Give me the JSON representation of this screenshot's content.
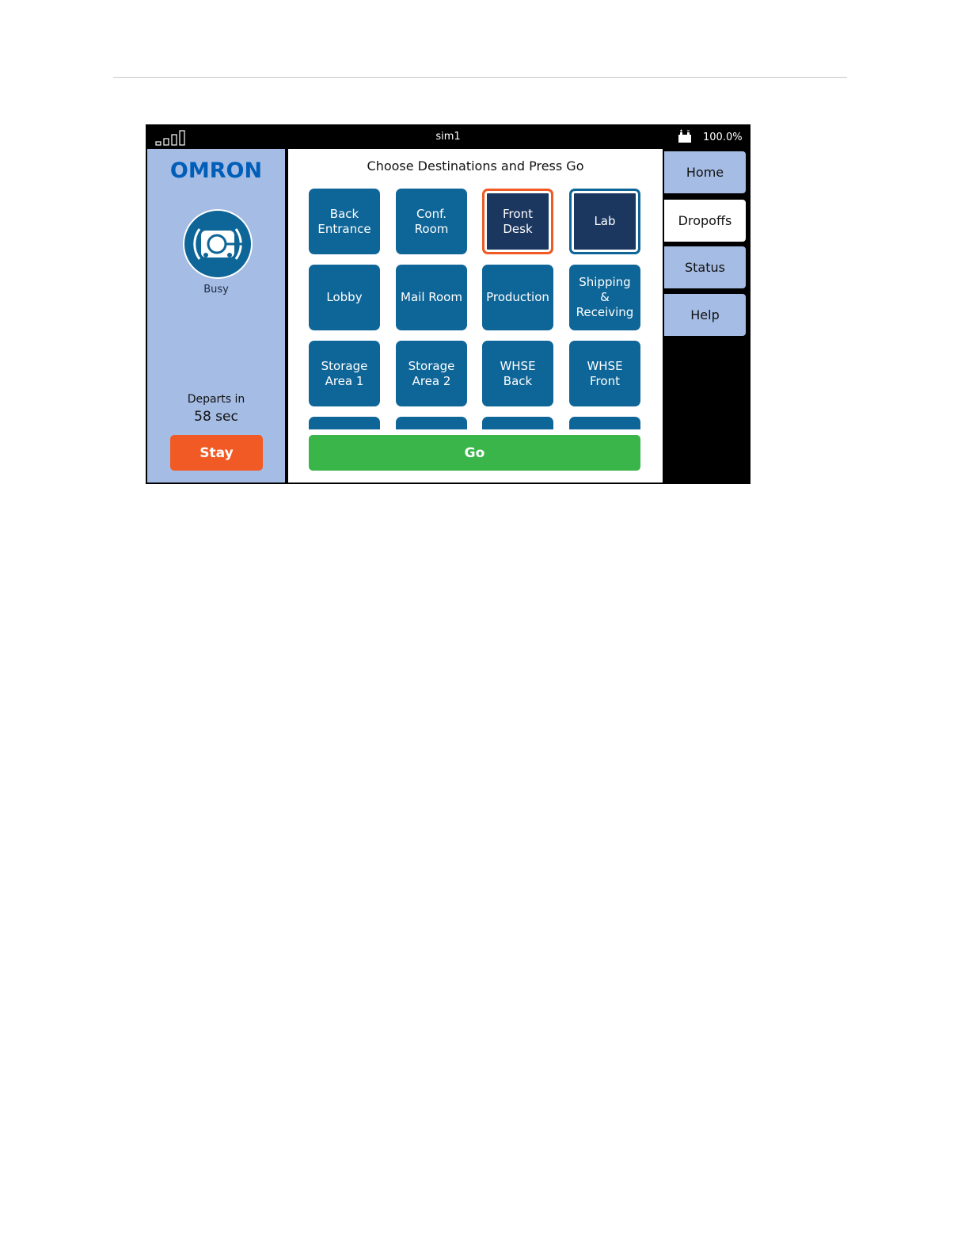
{
  "statusbar": {
    "robot_name": "sim1",
    "battery_percent": "100.0%",
    "signal_icon": "signal-strength-icon",
    "battery_icon": "battery-charging-icon"
  },
  "left_panel": {
    "logo": "OMRON",
    "robot_icon": "robot-icon",
    "status": "Busy",
    "departs_label": "Departs in",
    "departs_time": "58 sec",
    "stay_label": "Stay"
  },
  "main": {
    "title": "Choose Destinations and Press Go",
    "destinations": [
      {
        "label": "Back\nEntrance",
        "state": "normal"
      },
      {
        "label": "Conf.\nRoom",
        "state": "normal"
      },
      {
        "label": "Front\nDesk",
        "state": "selected-current"
      },
      {
        "label": "Lab",
        "state": "selected"
      },
      {
        "label": "Lobby",
        "state": "normal"
      },
      {
        "label": "Mail Room",
        "state": "normal"
      },
      {
        "label": "Production",
        "state": "normal"
      },
      {
        "label": "Shipping\n&\nReceiving",
        "state": "normal"
      },
      {
        "label": "Storage\nArea 1",
        "state": "normal"
      },
      {
        "label": "Storage\nArea 2",
        "state": "normal"
      },
      {
        "label": "WHSE\nBack",
        "state": "normal"
      },
      {
        "label": "WHSE\nFront",
        "state": "normal"
      }
    ],
    "go_label": "Go"
  },
  "tabs": [
    {
      "label": "Home",
      "active": false
    },
    {
      "label": "Dropoffs",
      "active": true
    },
    {
      "label": "Status",
      "active": false
    },
    {
      "label": "Help",
      "active": false
    }
  ],
  "colors": {
    "accent_blue": "#0e6597",
    "selected_navy": "#1b365f",
    "panel_blue": "#a5bce4",
    "stay_orange": "#f15a24",
    "go_green": "#3ab54a",
    "logo_blue": "#005eb8"
  }
}
